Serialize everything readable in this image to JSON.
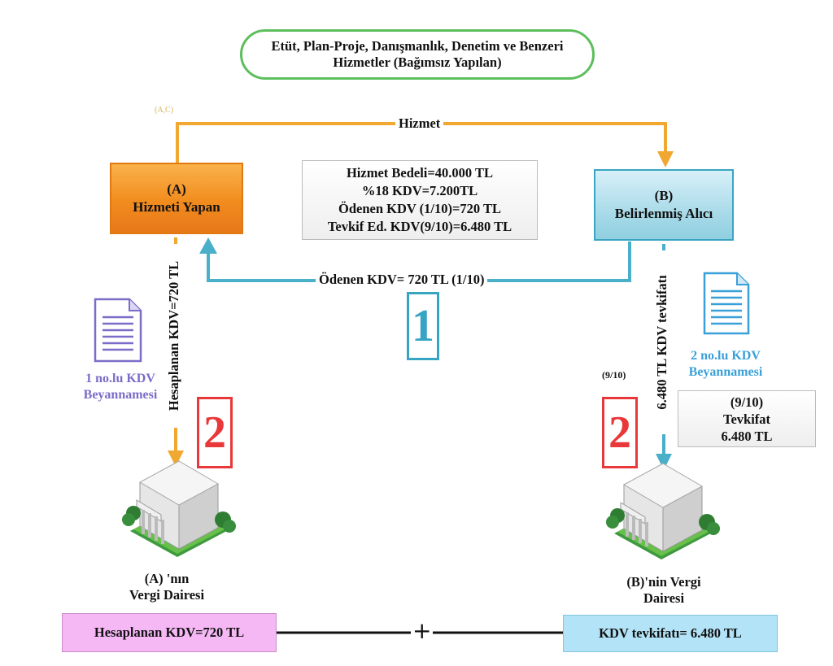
{
  "title": "Etüt, Plan-Proje, Danışmanlık, Denetim ve Benzeri\nHizmetler (Bağımsız Yapılan)",
  "small_mark": "(A,C)",
  "flow": {
    "service_label": "Hizmet",
    "paid_vat_label": "Ödenen KDV= 720 TL (1/10)",
    "calc_vat_vertical": "Hesaplanan KDV=720 TL",
    "withholding_vertical": "6.480 TL KDV tevkifatı",
    "fraction_label": "(9/10)"
  },
  "party_a": "(A)\nHizmeti Yapan",
  "party_b": "(B)\nBelirlenmiş Alıcı",
  "info": "Hizmet Bedeli=40.000 TL\n%18 KDV=7.200TL\nÖdenen KDV (1/10)=720 TL\nTevkif Ed. KDV(9/10)=6.480 TL",
  "withholding_box": "(9/10)\nTevkifat\n6.480 TL",
  "declarations": {
    "first": "1 no.lu KDV\nBeyannamesi",
    "second": "2 no.lu KDV\nBeyannamesi"
  },
  "steps": {
    "one": "1",
    "two_left": "2",
    "two_right": "2"
  },
  "offices": {
    "a": "(A) 'nın\nVergi Dairesi",
    "b": "(B)'nin Vergi\nDairesi"
  },
  "totals": {
    "left": "Hesaplanan KDV=720 TL",
    "right": "KDV tevkifatı= 6.480 TL",
    "plus": "+"
  },
  "colors": {
    "orange": "#f0a830",
    "blue": "#4aafc9",
    "purple": "#7b6cc8",
    "red": "#e8383a",
    "green_border": "#5cbf5c"
  },
  "icons": [
    "document-icon",
    "tax-office-building-icon"
  ]
}
